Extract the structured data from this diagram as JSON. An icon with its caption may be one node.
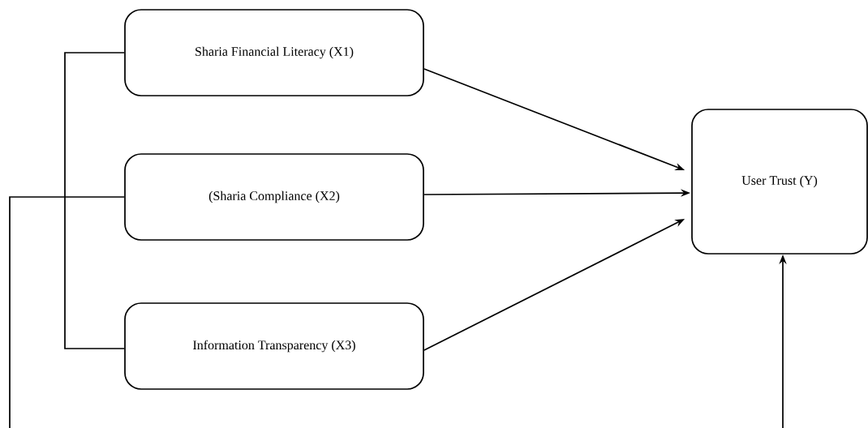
{
  "diagram": {
    "nodes": [
      {
        "text": [
          "Sharia Financial Literacy (X1)"
        ]
      },
      {
        "text": [
          "(Sharia Compliance (X2)"
        ]
      },
      {
        "text": [
          "Information Transparency (X3)"
        ]
      },
      {
        "text": [
          "User Trust (Y)"
        ]
      }
    ],
    "edges": [
      {
        "from": 0,
        "to": 3,
        "arrow": "to"
      },
      {
        "from": 1,
        "to": 3,
        "arrow": "to"
      },
      {
        "from": 2,
        "to": 3,
        "arrow": "to"
      },
      {
        "from": 0,
        "to": 2,
        "arrow": "none"
      },
      {
        "from": 1,
        "to": null,
        "arrow": "none"
      },
      {
        "from": null,
        "to": 3,
        "arrow": "to"
      }
    ]
  }
}
